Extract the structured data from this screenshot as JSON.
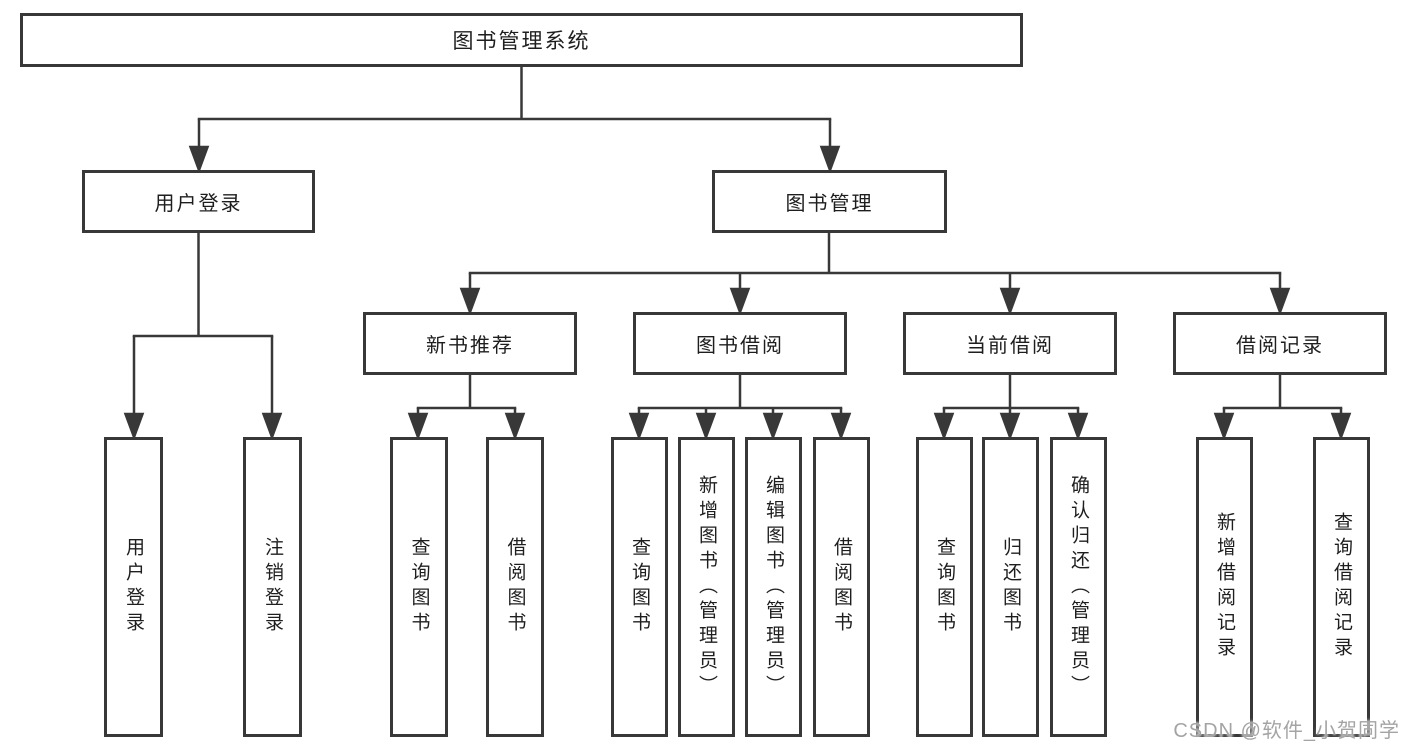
{
  "diagram_title": "图书管理系统",
  "tree": {
    "label": "图书管理系统",
    "children": [
      {
        "label": "用户登录",
        "children": [
          {
            "label": "用户登录"
          },
          {
            "label": "注销登录"
          }
        ]
      },
      {
        "label": "图书管理",
        "children": [
          {
            "label": "新书推荐",
            "children": [
              {
                "label": "查询图书"
              },
              {
                "label": "借阅图书"
              }
            ]
          },
          {
            "label": "图书借阅",
            "children": [
              {
                "label": "查询图书"
              },
              {
                "label": "新增图书（管理员）"
              },
              {
                "label": "编辑图书（管理员）"
              },
              {
                "label": "借阅图书"
              }
            ]
          },
          {
            "label": "当前借阅",
            "children": [
              {
                "label": "查询图书"
              },
              {
                "label": "归还图书"
              },
              {
                "label": "确认归还（管理员）"
              }
            ]
          },
          {
            "label": "借阅记录",
            "children": [
              {
                "label": "新增借阅记录"
              },
              {
                "label": "查询借阅记录"
              }
            ]
          }
        ]
      }
    ]
  },
  "watermark": {
    "text": "CSDN @软件_小贺同学"
  },
  "colors": {
    "line": "#383838",
    "box_border": "#383838",
    "text": "#1e1e1e",
    "background": "#ffffff",
    "watermark": "#a4a4a4"
  }
}
